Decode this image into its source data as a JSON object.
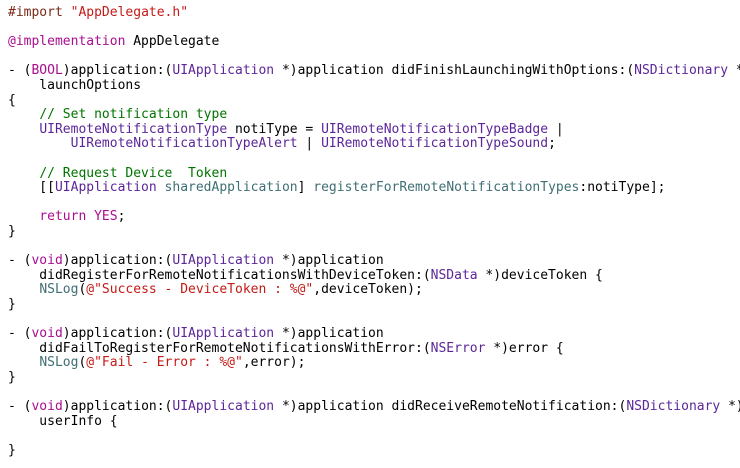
{
  "editor": {
    "language": "Objective-C",
    "colors": {
      "plain": "#000000",
      "preprocessor": "#7b2a19",
      "string": "#c41a16",
      "keyword": "#aa0d91",
      "type": "#5c2699",
      "comment": "#007400",
      "method": "#3f6e74",
      "project": "#26474b"
    },
    "lines": [
      [
        [
          "preprocessor",
          "#import "
        ],
        [
          "string",
          "\"AppDelegate.h\""
        ]
      ],
      [],
      [
        [
          "keyword",
          "@implementation"
        ],
        [
          "plain",
          " AppDelegate"
        ]
      ],
      [],
      [
        [
          "plain",
          "- ("
        ],
        [
          "keyword",
          "BOOL"
        ],
        [
          "plain",
          ")application:("
        ],
        [
          "type",
          "UIApplication"
        ],
        [
          "plain",
          " *)application didFinishLaunchingWithOptions:("
        ],
        [
          "type",
          "NSDictionary"
        ],
        [
          "plain",
          " *)"
        ]
      ],
      [
        [
          "plain",
          "    launchOptions"
        ]
      ],
      [
        [
          "plain",
          "{"
        ]
      ],
      [
        [
          "plain",
          "    "
        ],
        [
          "comment",
          "// Set notification type"
        ]
      ],
      [
        [
          "plain",
          "    "
        ],
        [
          "type",
          "UIRemoteNotificationType"
        ],
        [
          "plain",
          " notiType = "
        ],
        [
          "type",
          "UIRemoteNotificationTypeBadge"
        ],
        [
          "plain",
          " |"
        ]
      ],
      [
        [
          "plain",
          "        "
        ],
        [
          "type",
          "UIRemoteNotificationTypeAlert"
        ],
        [
          "plain",
          " | "
        ],
        [
          "type",
          "UIRemoteNotificationTypeSound"
        ],
        [
          "plain",
          ";"
        ]
      ],
      [],
      [
        [
          "plain",
          "    "
        ],
        [
          "comment",
          "// Request Device  Token"
        ]
      ],
      [
        [
          "plain",
          "    [["
        ],
        [
          "type",
          "UIApplication"
        ],
        [
          "plain",
          " "
        ],
        [
          "method",
          "sharedApplication"
        ],
        [
          "plain",
          "] "
        ],
        [
          "method",
          "registerForRemoteNotificationTypes"
        ],
        [
          "plain",
          ":notiType];"
        ]
      ],
      [],
      [
        [
          "plain",
          "    "
        ],
        [
          "keyword",
          "return"
        ],
        [
          "plain",
          " "
        ],
        [
          "keyword",
          "YES"
        ],
        [
          "plain",
          ";"
        ]
      ],
      [
        [
          "plain",
          "}"
        ]
      ],
      [],
      [
        [
          "plain",
          "- ("
        ],
        [
          "keyword",
          "void"
        ],
        [
          "plain",
          ")application:("
        ],
        [
          "type",
          "UIApplication"
        ],
        [
          "plain",
          " *)application"
        ]
      ],
      [
        [
          "plain",
          "    didRegisterForRemoteNotificationsWithDeviceToken:("
        ],
        [
          "type",
          "NSData"
        ],
        [
          "plain",
          " *)deviceToken {"
        ]
      ],
      [
        [
          "plain",
          "    "
        ],
        [
          "method",
          "NSLog"
        ],
        [
          "plain",
          "("
        ],
        [
          "string",
          "@\"Success - DeviceToken : %@\""
        ],
        [
          "plain",
          ",deviceToken);"
        ]
      ],
      [
        [
          "plain",
          "}"
        ]
      ],
      [],
      [
        [
          "plain",
          "- ("
        ],
        [
          "keyword",
          "void"
        ],
        [
          "plain",
          ")application:("
        ],
        [
          "type",
          "UIApplication"
        ],
        [
          "plain",
          " *)application"
        ]
      ],
      [
        [
          "plain",
          "    didFailToRegisterForRemoteNotificationsWithError:("
        ],
        [
          "type",
          "NSError"
        ],
        [
          "plain",
          " *)error {"
        ]
      ],
      [
        [
          "plain",
          "    "
        ],
        [
          "method",
          "NSLog"
        ],
        [
          "plain",
          "("
        ],
        [
          "string",
          "@\"Fail - Error : %@\""
        ],
        [
          "plain",
          ",error);"
        ]
      ],
      [
        [
          "plain",
          "}"
        ]
      ],
      [],
      [
        [
          "plain",
          "- ("
        ],
        [
          "keyword",
          "void"
        ],
        [
          "plain",
          ")application:("
        ],
        [
          "type",
          "UIApplication"
        ],
        [
          "plain",
          " *)application didReceiveRemoteNotification:("
        ],
        [
          "type",
          "NSDictionary"
        ],
        [
          "plain",
          " *)"
        ]
      ],
      [
        [
          "plain",
          "    userInfo {"
        ]
      ],
      [],
      [
        [
          "plain",
          "}"
        ]
      ]
    ]
  }
}
